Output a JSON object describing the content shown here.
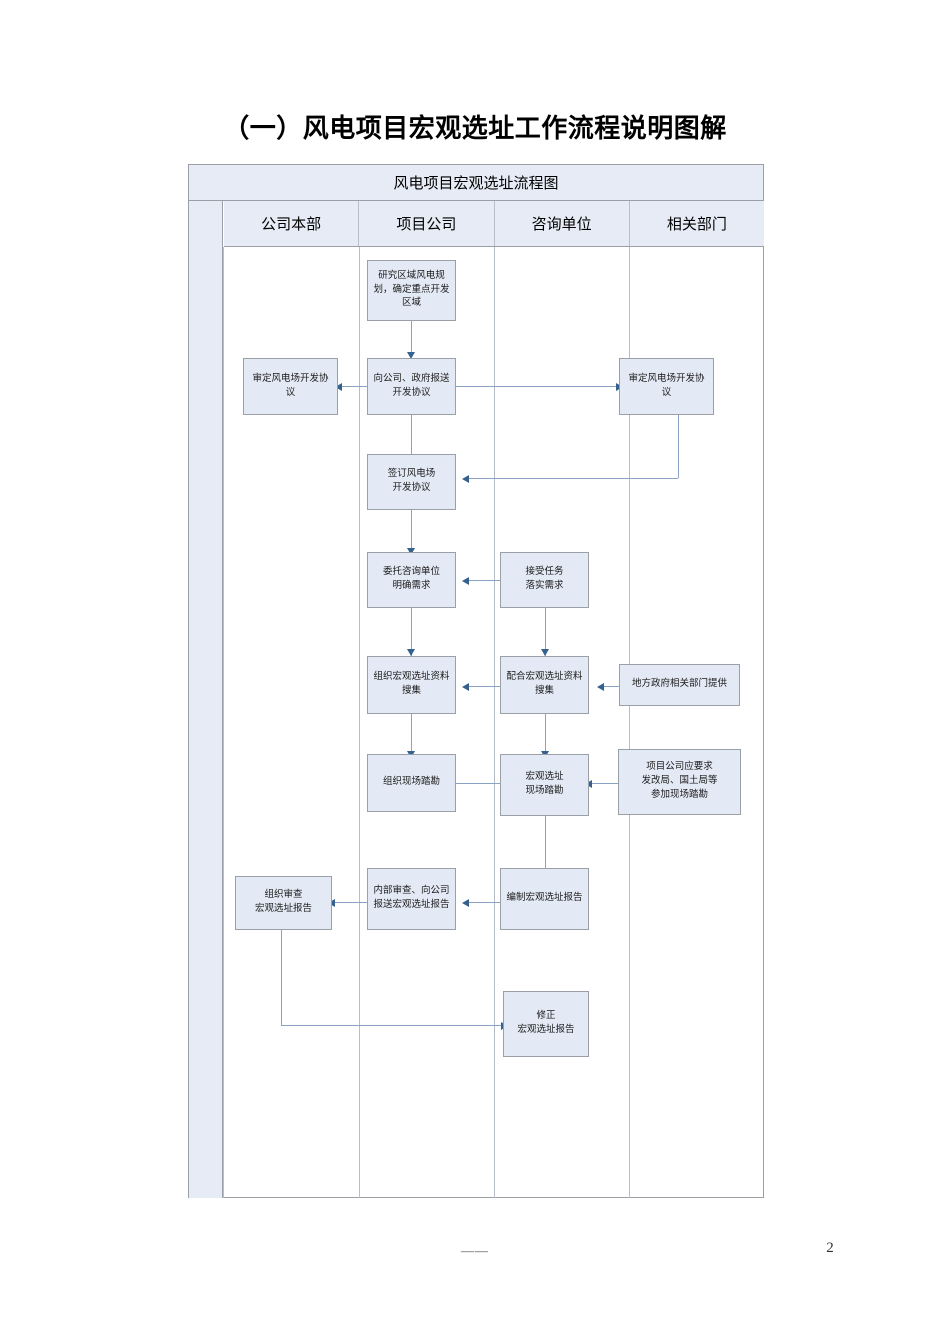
{
  "document": {
    "title": "（一）风电项目宏观选址工作流程说明图解",
    "footer_rule": "——",
    "page_number": "2"
  },
  "chart": {
    "banner": "风电项目宏观选址流程图",
    "lanes": [
      {
        "label": "公司本部"
      },
      {
        "label": "项目公司"
      },
      {
        "label": "咨询单位"
      },
      {
        "label": "相关部门"
      }
    ],
    "nodes": [
      {
        "id": "n1",
        "lane": "项目公司",
        "text": "研究区域风电规\n划，确定重点开发\n区域"
      },
      {
        "id": "n2",
        "lane": "公司本部",
        "text": "审定风电场开发协\n议"
      },
      {
        "id": "n3",
        "lane": "项目公司",
        "text": "向公司、政府报送\n开发协议"
      },
      {
        "id": "n4",
        "lane": "相关部门",
        "text": "审定风电场开发协\n议"
      },
      {
        "id": "n5",
        "lane": "项目公司",
        "text": "签订风电场\n开发协议"
      },
      {
        "id": "n6",
        "lane": "项目公司",
        "text": "委托咨询单位\n明确需求"
      },
      {
        "id": "n7",
        "lane": "咨询单位",
        "text": "接受任务\n落实需求"
      },
      {
        "id": "n8",
        "lane": "项目公司",
        "text": "组织宏观选址资料\n搜集"
      },
      {
        "id": "n9",
        "lane": "咨询单位",
        "text": "配合宏观选址资料\n搜集"
      },
      {
        "id": "n10",
        "lane": "相关部门",
        "text": "地方政府相关部门提供"
      },
      {
        "id": "n11",
        "lane": "项目公司",
        "text": "组织现场踏勘"
      },
      {
        "id": "n12",
        "lane": "咨询单位",
        "text": "宏观选址\n现场踏勘"
      },
      {
        "id": "n13",
        "lane": "相关部门",
        "text": "项目公司应要求\n发改局、国土局等\n参加现场踏勘"
      },
      {
        "id": "n14",
        "lane": "公司本部",
        "text": "组织审查\n宏观选址报告"
      },
      {
        "id": "n15",
        "lane": "项目公司",
        "text": "内部审查、向公司\n报送宏观选址报告"
      },
      {
        "id": "n16",
        "lane": "咨询单位",
        "text": "编制宏观选址报告"
      },
      {
        "id": "n17",
        "lane": "咨询单位",
        "text": "修正\n宏观选址报告"
      }
    ],
    "colors": {
      "node_fill": "#e4eaf5",
      "node_border": "#9aa0a6",
      "banner_fill": "#e7ebf6",
      "connector": "#8aa3c4",
      "arrow": "#35618f"
    }
  }
}
